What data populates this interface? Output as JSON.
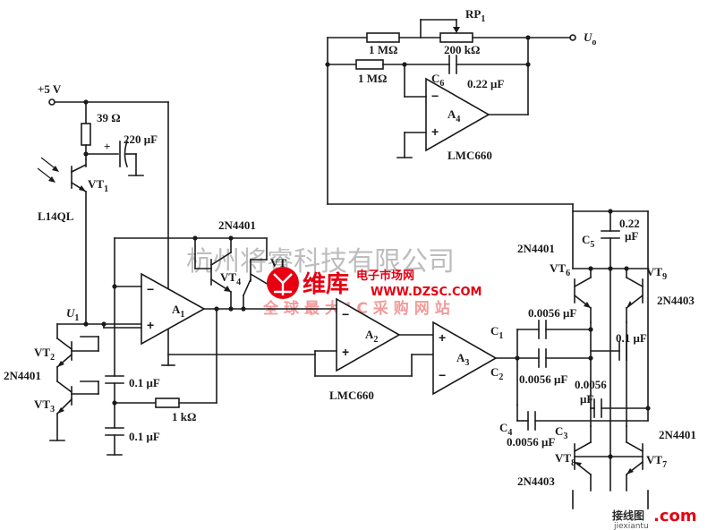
{
  "labels": {
    "supply": "+5 V",
    "r_39": "39 Ω",
    "c_220": "220 μF",
    "vt1": "VT",
    "vt1_sub": "1",
    "l14ql": "L14QL",
    "u1": "U",
    "u1_sub": "1",
    "vt2": "VT",
    "vt2_sub": "2",
    "n2n4401_left": "2N4401",
    "vt3": "VT",
    "vt3_sub": "3",
    "c01_top": "0.1 μF",
    "c01_bottom": "0.1 μF",
    "r_1k": "1 kΩ",
    "n2n4401_top": "2N4401",
    "vt4": "VT",
    "vt4_sub": "4",
    "vt_faint": "VT",
    "a1": "A",
    "a1_sub": "1",
    "a2": "A",
    "a2_sub": "2",
    "a3": "A",
    "a3_sub": "3",
    "lmc660_mid": "LMC660",
    "a4": "A",
    "a4_sub": "4",
    "lmc660_top": "LMC660",
    "r_1m_top": "1 MΩ",
    "r_1m_mid": "1 MΩ",
    "rp1": "RP",
    "rp1_sub": "1",
    "r_200k": "200 kΩ",
    "c6": "C",
    "c6_sub": "6",
    "c_022_top": "0.22 μF",
    "uo": "U",
    "uo_sub": "o",
    "c5": "C",
    "c5_sub": "5",
    "c_022_right_a": "0.22",
    "c_022_right_b": "μF",
    "n2n4401_right_top": "2N4401",
    "vt6": "VT",
    "vt6_sub": "6",
    "vt9": "VT",
    "vt9_sub": "9",
    "n2n4403_right": "2N4403",
    "c1": "C",
    "c1_sub": "1",
    "c2": "C",
    "c2_sub": "2",
    "c_0056_1": "0.0056 μF",
    "c_0056_2": "0.0056 μF",
    "c_01_right": "0.1 μF",
    "c_0056_3a": "0.0056",
    "c_0056_3b": "μF",
    "c4": "C",
    "c4_sub": "4",
    "c3": "C",
    "c3_sub": "3",
    "c_0056_4": "0.0056 μF",
    "n2n4401_right_bottom": "2N4401",
    "vt8": "VT",
    "vt8_sub": "8",
    "vt7": "VT",
    "vt7_sub": "7",
    "n2n4403_bottom": "2N4403",
    "plus": "+",
    "minus": "−"
  },
  "watermarks": {
    "company": "杭州将睿科技有限公司",
    "brand": "维库",
    "brand_right": "电子市场网",
    "url": "WWW.DZSC.COM",
    "sub": "全球最大IC采购网站",
    "corner_cn": "接线图",
    "corner_com": ".com",
    "corner_url": "jiexiantu"
  },
  "colors": {
    "ink": "#1a1a1a",
    "watermark_red": "#e60012",
    "watermark_gray": "#9a9a9a"
  }
}
